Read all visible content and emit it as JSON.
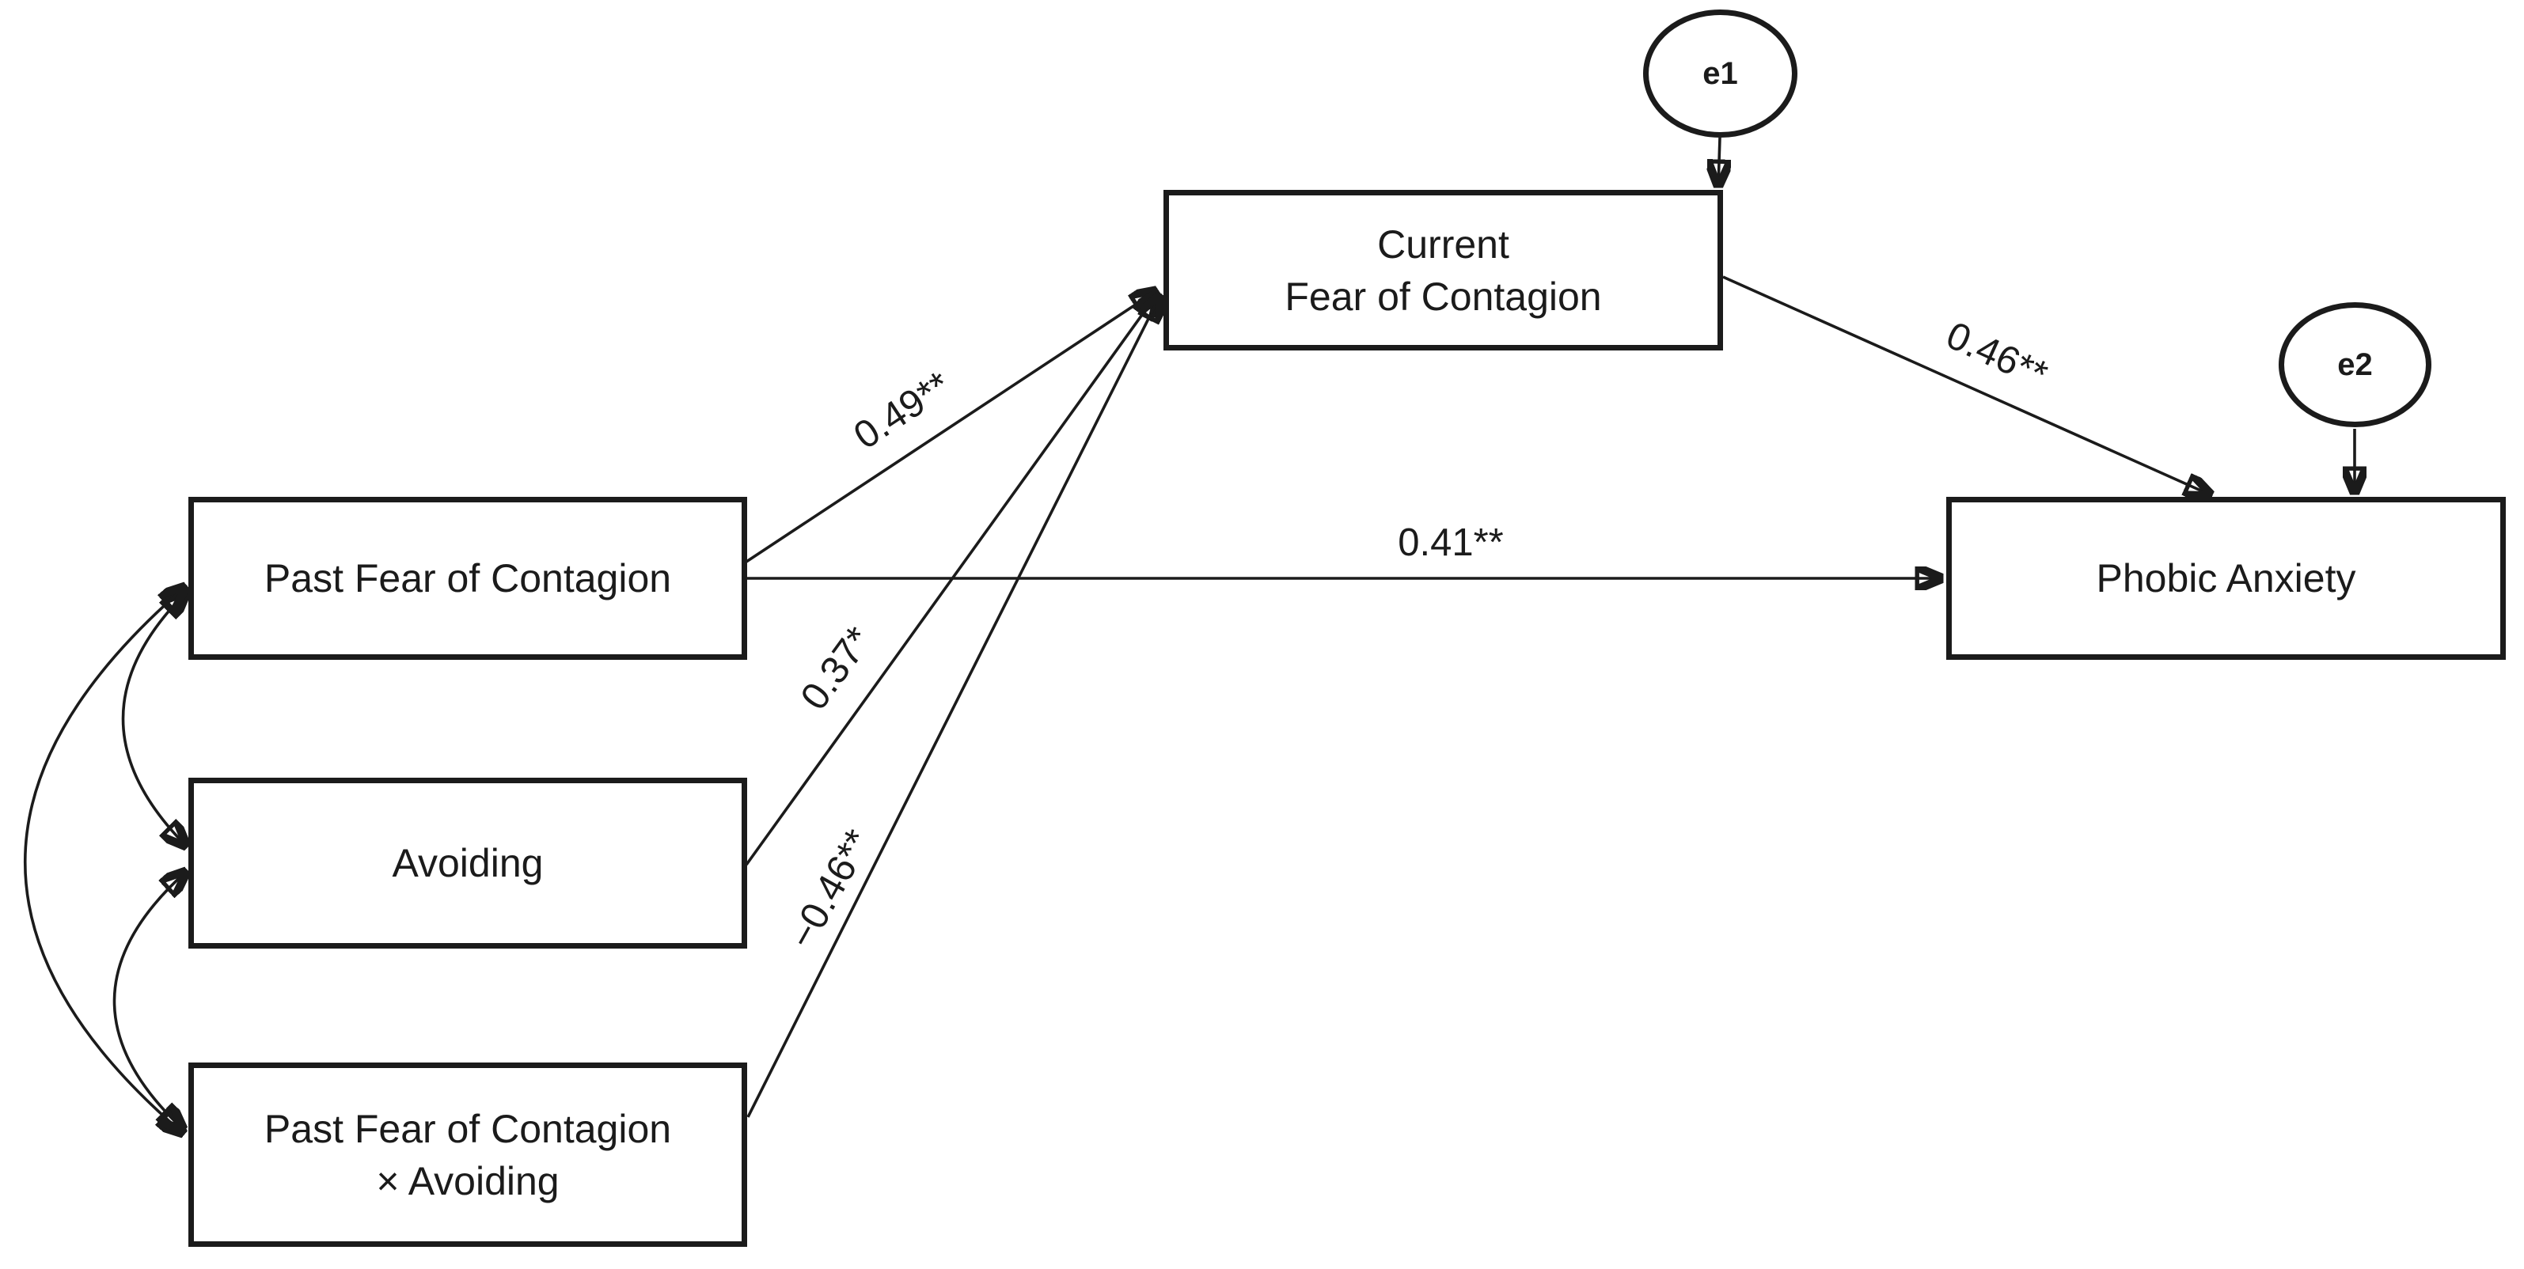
{
  "diagram": {
    "kind": "path-analysis-model",
    "colors": {
      "ink": "#1b1b1b",
      "background": "#ffffff"
    },
    "nodes": {
      "past_fear": {
        "label": "Past Fear of Contagion"
      },
      "avoiding": {
        "label": "Avoiding"
      },
      "interaction": {
        "line1": "Past Fear of Contagion",
        "line2": "× Avoiding"
      },
      "current_fear": {
        "line1": "Current",
        "line2": "Fear of Contagion"
      },
      "phobic_anxiety": {
        "label": "Phobic Anxiety"
      },
      "e1": {
        "label": "e1"
      },
      "e2": {
        "label": "e2"
      }
    },
    "coefficients": {
      "past_to_current": "0.49**",
      "avoiding_to_current": "0.37*",
      "interaction_to_current": "−0.46**",
      "past_to_phobic": "0.41**",
      "current_to_phobic": "0.46**"
    },
    "edges": [
      {
        "from": "past_fear",
        "to": "current_fear",
        "type": "directed",
        "coefficient": "0.49**"
      },
      {
        "from": "avoiding",
        "to": "current_fear",
        "type": "directed",
        "coefficient": "0.37*"
      },
      {
        "from": "interaction",
        "to": "current_fear",
        "type": "directed",
        "coefficient": "−0.46**"
      },
      {
        "from": "past_fear",
        "to": "phobic_anxiety",
        "type": "directed",
        "coefficient": "0.41**"
      },
      {
        "from": "current_fear",
        "to": "phobic_anxiety",
        "type": "directed",
        "coefficient": "0.46**"
      },
      {
        "from": "e1",
        "to": "current_fear",
        "type": "directed",
        "coefficient": ""
      },
      {
        "from": "e2",
        "to": "phobic_anxiety",
        "type": "directed",
        "coefficient": ""
      },
      {
        "from": "past_fear",
        "to": "avoiding",
        "type": "covariance",
        "coefficient": ""
      },
      {
        "from": "past_fear",
        "to": "interaction",
        "type": "covariance",
        "coefficient": ""
      },
      {
        "from": "avoiding",
        "to": "interaction",
        "type": "covariance",
        "coefficient": ""
      }
    ]
  }
}
